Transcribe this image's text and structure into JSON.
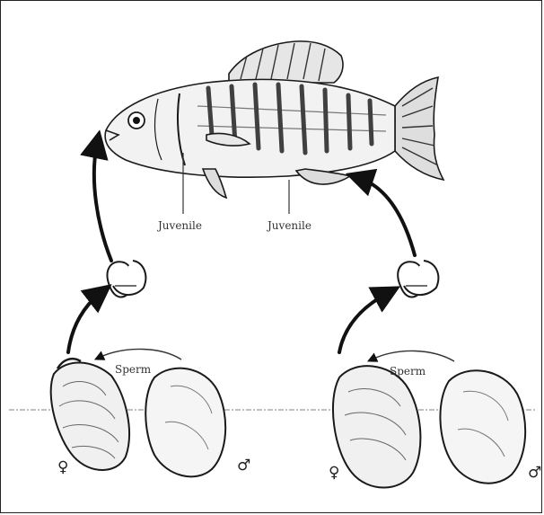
{
  "labels": {
    "juvenile_left": "Juvenile",
    "juvenile_right": "Juvenile",
    "sperm_left": "Sperm",
    "sperm_right": "Sperm",
    "female_left": "♀",
    "male_left": "♂",
    "female_right": "♀",
    "male_right": "♂"
  },
  "colors": {
    "ink": "#1a1a1a",
    "shade": "#555555",
    "waterline": "#999999"
  }
}
